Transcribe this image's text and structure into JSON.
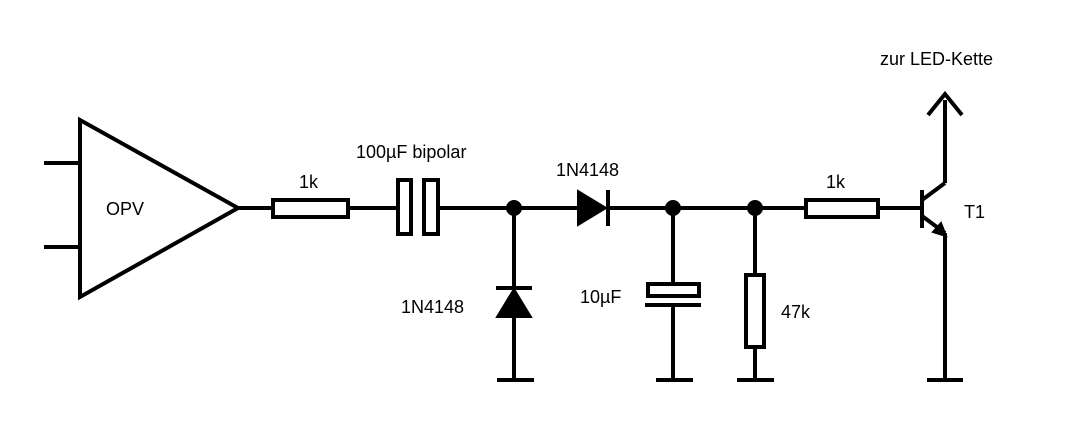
{
  "colors": {
    "line": "#000000",
    "background": "#ffffff"
  },
  "labels": {
    "opamp": "OPV",
    "resistor_in": "1k",
    "capacitor_bipolar": "100µF bipolar",
    "diode_series": "1N4148",
    "diode_shunt": "1N4148",
    "capacitor_filter": "10µF",
    "resistor_load": "47k",
    "resistor_base": "1k",
    "transistor": "T1",
    "output": "zur LED-Kette"
  }
}
